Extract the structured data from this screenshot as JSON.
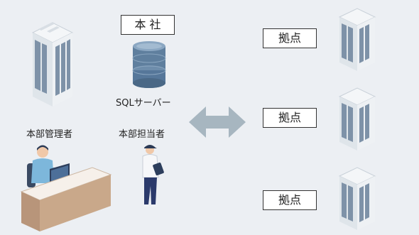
{
  "headquarters": {
    "label": "本 社",
    "server_caption": "SQLサーバー",
    "admin_caption": "本部管理者",
    "staff_caption": "本部担当者"
  },
  "branches": [
    {
      "label": "拠点"
    },
    {
      "label": "拠点"
    },
    {
      "label": "拠点"
    }
  ],
  "colors": {
    "background": "#eceff3",
    "database": "#5f7f9e",
    "arrow": "#a7b6c0",
    "building_face": "#e8ecf0",
    "building_windows": "#7e92a8",
    "desk": "#c9a88a",
    "person_shirt": "#7db7db"
  },
  "icons": [
    "office-building-icon",
    "database-icon",
    "bidirectional-arrow-icon",
    "admin-at-desk-icon",
    "staff-with-tablet-icon"
  ]
}
